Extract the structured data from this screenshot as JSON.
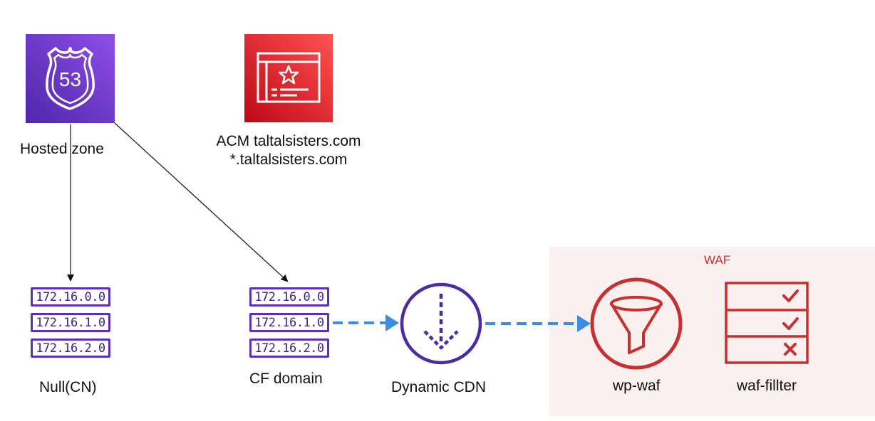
{
  "hosted_zone": {
    "icon_text": "53",
    "label": "Hosted zone"
  },
  "acm": {
    "line1": "ACM taltalsisters.com",
    "line2": "*.taltalsisters.com"
  },
  "null_cn": {
    "ips": [
      "172.16.0.0",
      "172.16.1.0",
      "172.16.2.0"
    ],
    "label": "Null(CN)"
  },
  "cf_domain": {
    "ips": [
      "172.16.0.0",
      "172.16.1.0",
      "172.16.2.0"
    ],
    "label": "CF domain"
  },
  "dynamic_cdn": {
    "label": "Dynamic CDN"
  },
  "waf": {
    "group_title": "WAF",
    "wp_waf_label": "wp-waf",
    "filter_label": "waf-fillter"
  },
  "colors": {
    "route53_purple": "#7b3fe4",
    "acm_red": "#dd344c",
    "ip_purple": "#5a2fb9",
    "waf_red": "#c7302f",
    "flow_blue": "#3b8ee8",
    "waf_bg": "#faf0ef"
  },
  "icons": [
    "route53-shield-icon",
    "certificate-icon",
    "ip-address-icon",
    "cdn-icon",
    "funnel-icon",
    "rule-list-icon"
  ]
}
